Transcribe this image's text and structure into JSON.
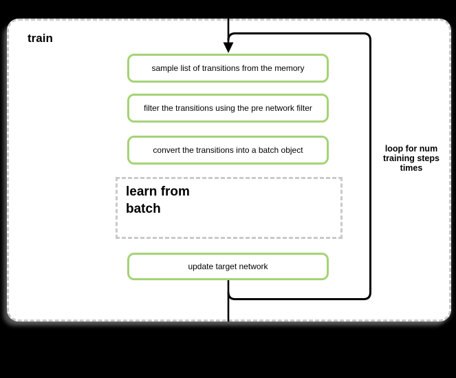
{
  "diagram": {
    "type": "activity-flowchart",
    "partition": {
      "label": "train"
    },
    "loop": {
      "label": "loop for num\ntraining steps\ntimes"
    },
    "activities": [
      {
        "label": "sample list of transitions from the memory"
      },
      {
        "label": "filter the transitions using the pre network filter"
      },
      {
        "label": "convert the transitions into a batch object"
      }
    ],
    "group": {
      "label": "learn from\nbatch"
    },
    "final_activity": {
      "label": "update target network"
    },
    "colors": {
      "activity_border": "#a4d376",
      "dashed_border": "#c9c9c9",
      "flow_line": "#000000",
      "canvas_background": "#000000",
      "panel_background": "#ffffff"
    }
  }
}
